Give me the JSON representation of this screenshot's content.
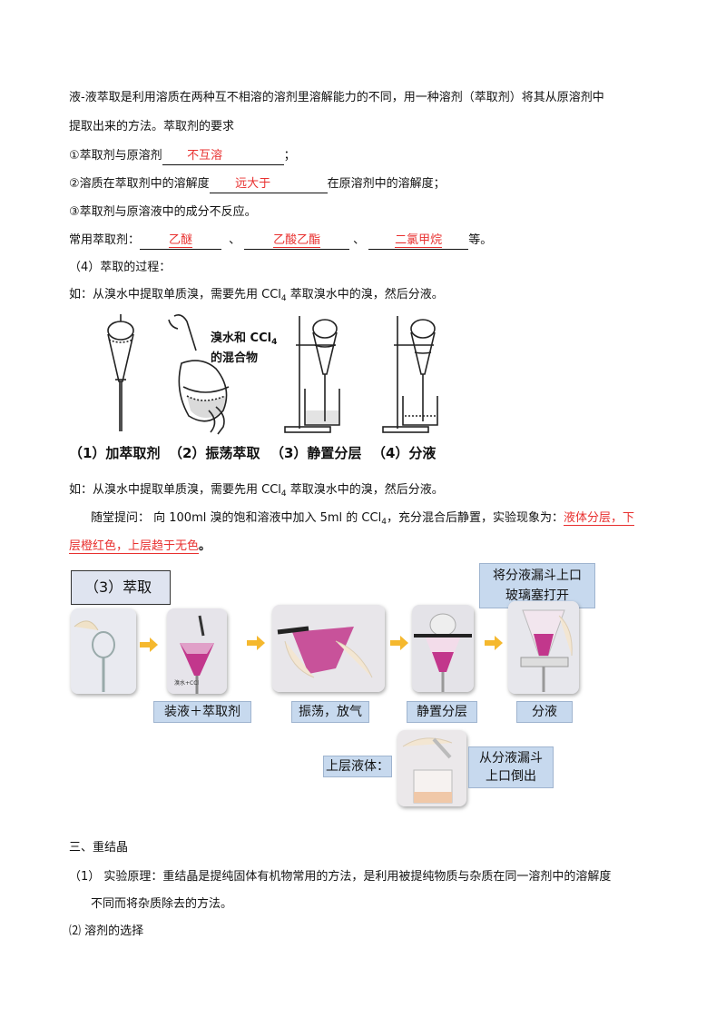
{
  "intro": {
    "line1": "液-液萃取是利用溶质在两种互不相溶的溶剂里溶解能力的不同，用一种溶剂（萃取剂）将其从原溶剂中",
    "line2": "提取出来的方法。萃取剂的要求"
  },
  "requirements": {
    "r1_prefix": "①萃取剂与原溶剂",
    "r1_answer": "不互溶",
    "r1_suffix": "；",
    "r2_prefix": "②溶质在萃取剂中的溶解度",
    "r2_answer": "远大于",
    "r2_suffix": "在原溶剂中的溶解度；",
    "r3": "③萃取剂与原溶液中的成分不反应。"
  },
  "common": {
    "prefix": "常用萃取剂：",
    "a1": "乙醚",
    "sep1": "、",
    "a2": "乙酸乙酯",
    "sep2": "、",
    "a3": "二氯甲烷",
    "suffix": "等。"
  },
  "process": {
    "heading": "（4）萃取的过程：",
    "example_a": "如：从溴水中提取单质溴，需要先用 CCl",
    "example_sub": "4",
    "example_b": " 萃取溴水中的溴，然后分液。"
  },
  "figure1": {
    "mix_label_1": "溴水和 CCl",
    "mix_label_sub": "4",
    "mix_label_2": "的混合物",
    "captions": [
      "（1）加萃取剂",
      "（2）振荡萃取",
      "（3）静置分层",
      "（4）分液"
    ]
  },
  "classroom": {
    "prefix": "随堂提问：  向 100ml 溴的饱和溶液中加入 5ml 的 CCl",
    "sub": "4",
    "middle": "，充分混合后静置，实验现象为：",
    "answer1": "液体分层，下",
    "answer2": "层橙红色，上层趋于无色",
    "end": "。"
  },
  "figure2": {
    "title": "（3）萃取",
    "top_note": [
      "将分液漏斗上口",
      "玻璃塞打开"
    ],
    "labels": [
      "装液＋萃取剂",
      "振荡，放气",
      "静置分层",
      "分液"
    ],
    "upper_liquid": "上层液体：",
    "pour_note": [
      "从分液漏斗",
      "上口倒出"
    ],
    "photo_text": "溴水+CCl"
  },
  "recrystal": {
    "heading": "三、重结晶",
    "p1a": "（1）  实验原理：重结晶是提纯固体有机物常用的方法，是利用被提纯物质与杂质在同一溶剂中的溶解度",
    "p1b": "不同而将杂质除去的方法。",
    "p2": "⑵  溶剂的选择"
  },
  "colors": {
    "answer_red": "#e8302f",
    "label_blue": "#c7d9ee",
    "arrow_yellow": "#f5b82e",
    "liquid_pink": "#c2378c"
  }
}
